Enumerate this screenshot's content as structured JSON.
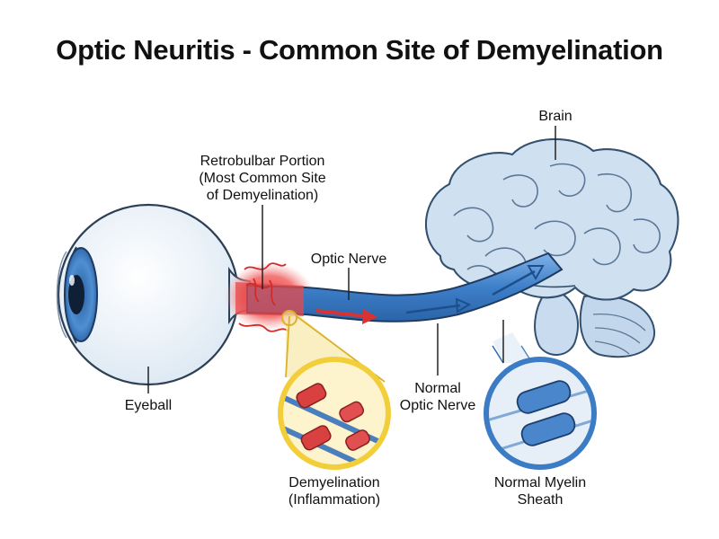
{
  "title": "Optic Neuritis - Common Site of Demyelination",
  "labels": {
    "brain": "Brain",
    "retrobulbar_line1": "Retrobulbar Portion",
    "retrobulbar_line2": "(Most Common Site",
    "retrobulbar_line3": "of Demyelination)",
    "optic_nerve": "Optic Nerve",
    "eyeball": "Eyeball",
    "normal_optic_line1": "Normal",
    "normal_optic_line2": "Optic Nerve",
    "demyelination_line1": "Demyelination",
    "demyelination_line2": "(Inflammation)",
    "myelin_line1": "Normal Myelin",
    "myelin_line2": "Sheath"
  },
  "colors": {
    "nerve_blue": "#3d7fc9",
    "brain_fill": "#cfe0f0",
    "inflammation_red": "#e23a3a",
    "zoom_yellow": "#f2cf3a",
    "zoom_blue": "#3b7cc4"
  }
}
